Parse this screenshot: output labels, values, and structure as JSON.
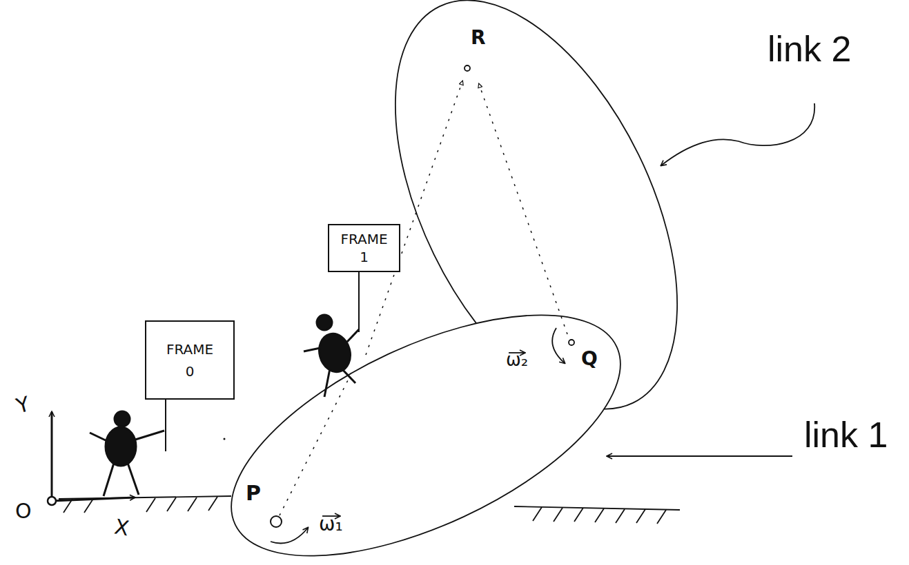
{
  "diagram": {
    "nodes": [
      {
        "text": [
          "FRAME 0"
        ]
      },
      {
        "text": [
          "FRAME 1"
        ]
      }
    ],
    "labels": [
      "R",
      "link 2",
      "Y",
      "O",
      "X",
      "P",
      "ω₁",
      "ω₂",
      "Q",
      "link 1"
    ]
  }
}
